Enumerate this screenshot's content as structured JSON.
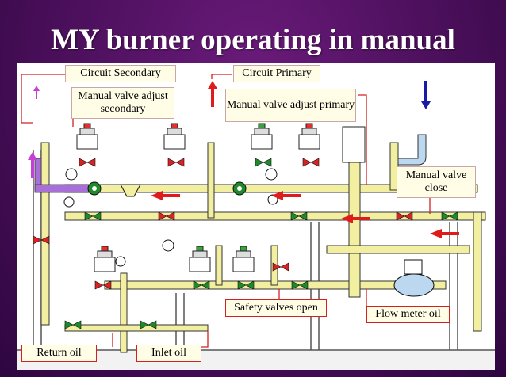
{
  "title": "MY burner operating in manual",
  "labels": {
    "circuit_secondary": "Circuit Secondary",
    "circuit_primary": "Circuit Primary",
    "manual_valve_adjust_secondary": "Manual valve adjust secondary",
    "manual_valve_adjust_primary": "Manual valve adjust primary",
    "manual_valve_close": "Manual valve close",
    "safety_valves_open": "Safety valves open",
    "flow_meter_oil": "Flow meter oil",
    "return_oil": "Return oil",
    "inlet_oil": "Inlet oil"
  },
  "colors": {
    "background": "#4a0f5a",
    "pipe_oil": "#f3efa0",
    "pipe_return": "#a86fd8",
    "valve_green": "#1f8a2a",
    "valve_red": "#d62424",
    "flow_arrow": "#e01b1b",
    "inlet_arrow": "#1a1aa8",
    "callout_border": "#d32020"
  },
  "icons": [
    "red-up-arrow-icon",
    "magenta-up-arrow-icon",
    "blue-down-arrow-icon",
    "red-left-arrow-icon"
  ]
}
